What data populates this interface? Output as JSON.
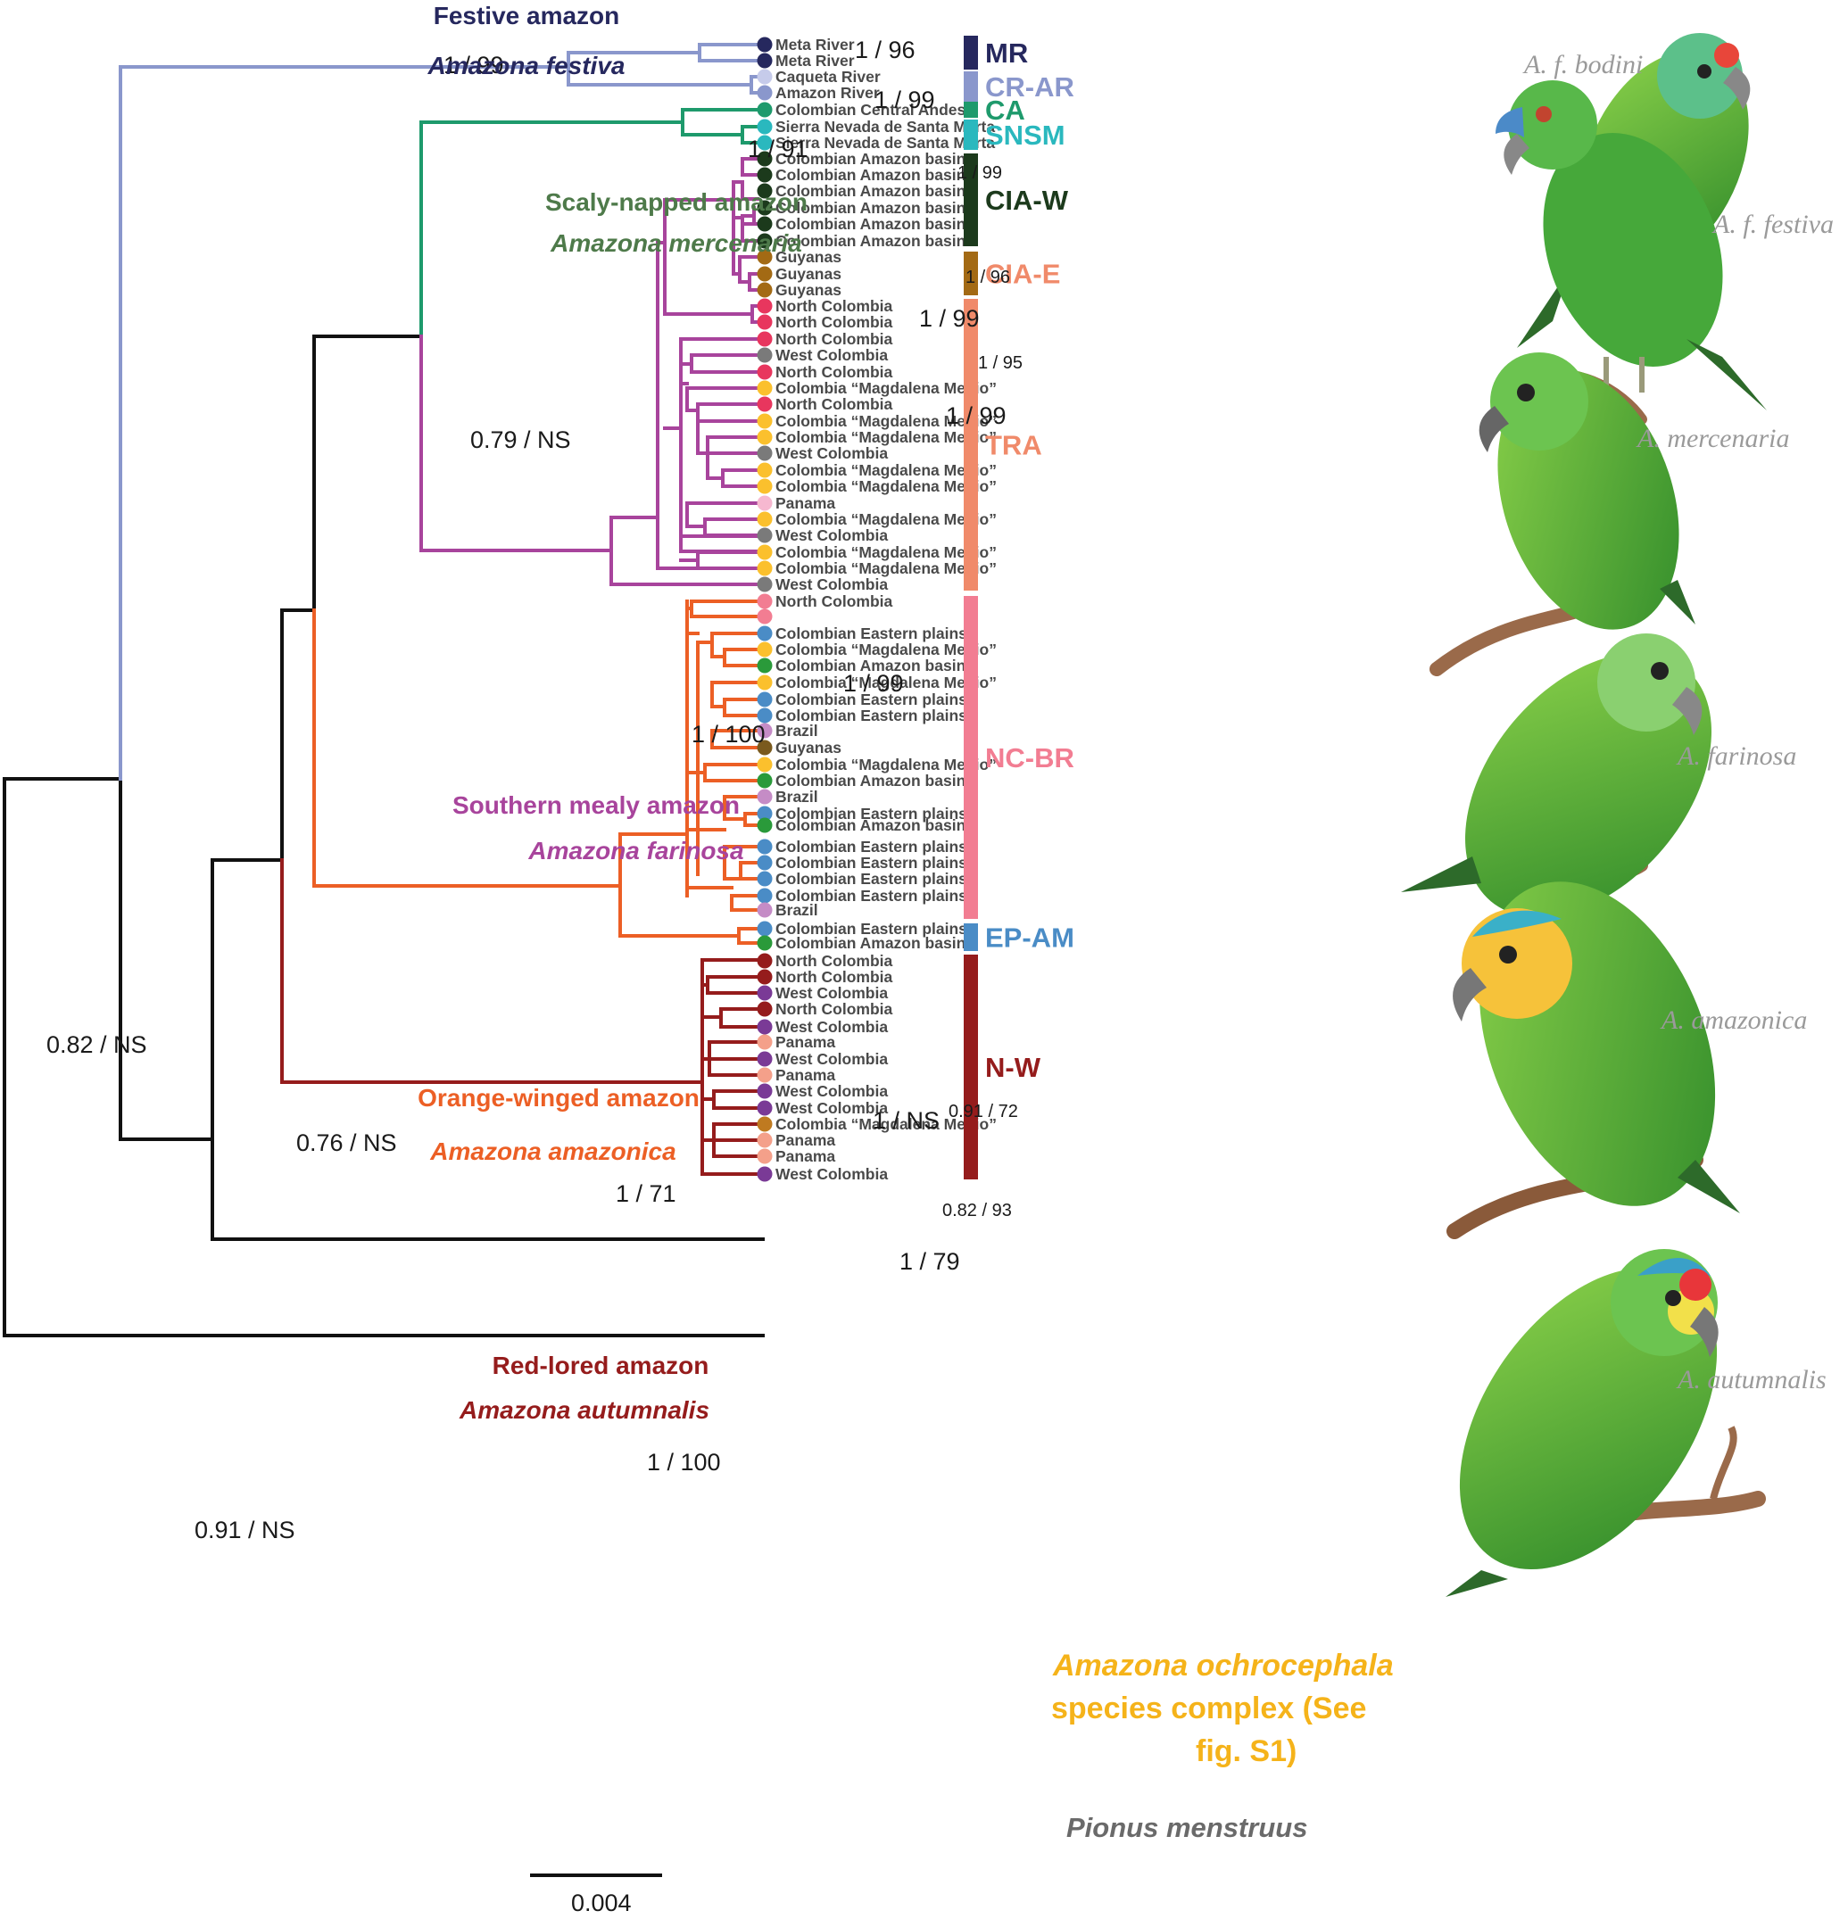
{
  "clades": {
    "festiva": {
      "common": "Festive amazon",
      "scientific": "Amazona festiva",
      "color": "#26285e"
    },
    "mercenaria": {
      "common": "Scaly-napped amazon",
      "scientific": "Amazona  mercenaria",
      "color": "#4e7a4a"
    },
    "farinosa": {
      "common": "Southern mealy amazon",
      "scientific": "Amazona farinosa",
      "color": "#a8449c"
    },
    "amazonica": {
      "common": "Orange-winged amazon",
      "scientific": "Amazona amazonica",
      "color": "#ec5f25"
    },
    "autumnalis": {
      "common": "Red-lored amazon",
      "scientific": "Amazona autumnalis",
      "color": "#951c1c"
    }
  },
  "branch_colors": {
    "festiva": "#8a97cc",
    "mercenaria": "#1e9a6c",
    "farinosa": "#a8449c",
    "amazonica": "#ec5f25",
    "autumnalis": "#951c1c",
    "backbone": "#111111"
  },
  "supports": {
    "festiva": "1 / 99",
    "mr": "1 / 96",
    "crar": "1 / 99",
    "mercenaria": "1 / 91",
    "snsm": "1 / 99",
    "merc_far": "0.79 / NS",
    "ciaw": "1 / 96",
    "cia": "1 / 99",
    "ciae": "1 / 95",
    "north": "1 / 99",
    "tra": "1 / 99",
    "farinosa": "1 / 100",
    "amazonica": "1 / 71",
    "ncbr": "1 / NS",
    "sub1": "0.91 / 72",
    "sub2": "0.82 / 93",
    "epam": "1 / 79",
    "autumnalis": "1 / 100",
    "root": "0.82 / NS",
    "amaz_aut": "0.76 / NS",
    "ochro_node": "0.91 / NS"
  },
  "tips": [
    {
      "label": "Meta River",
      "color": "#26285e"
    },
    {
      "label": "Meta River",
      "color": "#26285e"
    },
    {
      "label": "Caqueta River",
      "color": "#c6cbea"
    },
    {
      "label": "Amazon River",
      "color": "#8a97cc"
    },
    {
      "label": "Colombian Central Andes",
      "color": "#1e9a6c"
    },
    {
      "label": "Sierra Nevada de Santa Marta",
      "color": "#2ab8be"
    },
    {
      "label": "Sierra Nevada de Santa Marta",
      "color": "#2ab8be"
    },
    {
      "label": "Colombian Amazon basin",
      "color": "#1c3a1c"
    },
    {
      "label": "Colombian Amazon basin",
      "color": "#1c3a1c"
    },
    {
      "label": "Colombian Amazon basin",
      "color": "#1c3a1c"
    },
    {
      "label": "Colombian Amazon basin",
      "color": "#1c3a1c"
    },
    {
      "label": "Colombian Amazon basin",
      "color": "#1c3a1c"
    },
    {
      "label": "Colombian Amazon basin",
      "color": "#1c3a1c"
    },
    {
      "label": "Guyanas",
      "color": "#a36a14"
    },
    {
      "label": "Guyanas",
      "color": "#a36a14"
    },
    {
      "label": "Guyanas",
      "color": "#a36a14"
    },
    {
      "label": "North Colombia",
      "color": "#e8365e"
    },
    {
      "label": "North Colombia",
      "color": "#e8365e"
    },
    {
      "label": "North Colombia",
      "color": "#e8365e"
    },
    {
      "label": "West Colombia",
      "color": "#7a7a7a"
    },
    {
      "label": "North Colombia",
      "color": "#e8365e"
    },
    {
      "label": "Colombia “Magdalena Medio”",
      "color": "#fbc02d"
    },
    {
      "label": "North Colombia",
      "color": "#e8365e"
    },
    {
      "label": "Colombia “Magdalena Medio”",
      "color": "#fbc02d"
    },
    {
      "label": "Colombia “Magdalena Medio”",
      "color": "#fbc02d"
    },
    {
      "label": "West Colombia",
      "color": "#7a7a7a"
    },
    {
      "label": "Colombia “Magdalena Medio”",
      "color": "#fbc02d"
    },
    {
      "label": "Colombia “Magdalena Medio”",
      "color": "#fbc02d"
    },
    {
      "label": "Panama",
      "color": "#f6b8d0"
    },
    {
      "label": "Colombia “Magdalena Medio”",
      "color": "#fbc02d"
    },
    {
      "label": "West Colombia",
      "color": "#7a7a7a"
    },
    {
      "label": "Colombia “Magdalena Medio”",
      "color": "#fbc02d"
    },
    {
      "label": "Colombia “Magdalena Medio”",
      "color": "#fbc02d"
    },
    {
      "label": "West Colombia",
      "color": "#7a7a7a"
    },
    {
      "label": "North Colombia",
      "color": "#f27d92"
    },
    {
      "label": "",
      "color": "#f27d92"
    },
    {
      "label": "Colombian Eastern plains",
      "color": "#4a8cc6"
    },
    {
      "label": "Colombia “Magdalena Medio”",
      "color": "#fbc02d"
    },
    {
      "label": "Colombian Amazon basin",
      "color": "#2a9a3a"
    },
    {
      "label": "Colombia “Magdalena Medio”",
      "color": "#fbc02d"
    },
    {
      "label": "Colombian Eastern plains",
      "color": "#4a8cc6"
    },
    {
      "label": "Colombian Eastern plains",
      "color": "#4a8cc6"
    },
    {
      "label": "Brazil",
      "color": "#c58cc6"
    },
    {
      "label": "Guyanas",
      "color": "#7a5a1e"
    },
    {
      "label": "Colombia “Magdalena Medio”",
      "color": "#fbc02d"
    },
    {
      "label": "Colombian Amazon basin",
      "color": "#2a9a3a"
    },
    {
      "label": "Brazil",
      "color": "#c58cc6"
    },
    {
      "label": "Colombian Eastern plains",
      "color": "#4a8cc6"
    },
    {
      "label": "Colombian Amazon basin",
      "color": "#2a9a3a"
    },
    {
      "label": "Colombian Eastern plains",
      "color": "#4a8cc6"
    },
    {
      "label": "Colombian Eastern plains",
      "color": "#4a8cc6"
    },
    {
      "label": "Colombian Eastern plains",
      "color": "#4a8cc6"
    },
    {
      "label": "Colombian Eastern plains",
      "color": "#4a8cc6"
    },
    {
      "label": "Brazil",
      "color": "#c58cc6"
    },
    {
      "label": "Colombian Eastern plains",
      "color": "#4a8cc6"
    },
    {
      "label": "Colombian Amazon basin",
      "color": "#2a9a3a"
    },
    {
      "label": "North Colombia",
      "color": "#951c1c"
    },
    {
      "label": "North Colombia",
      "color": "#951c1c"
    },
    {
      "label": "West Colombia",
      "color": "#7a3a96"
    },
    {
      "label": "North Colombia",
      "color": "#951c1c"
    },
    {
      "label": "West Colombia",
      "color": "#7a3a96"
    },
    {
      "label": "Panama",
      "color": "#f4a08a"
    },
    {
      "label": "West Colombia",
      "color": "#7a3a96"
    },
    {
      "label": "Panama",
      "color": "#f4a08a"
    },
    {
      "label": "West Colombia",
      "color": "#7a3a96"
    },
    {
      "label": "West Colombia",
      "color": "#7a3a96"
    },
    {
      "label": "Colombia “Magdalena Medio”",
      "color": "#bf7a20"
    },
    {
      "label": "Panama",
      "color": "#f4a08a"
    },
    {
      "label": "Panama",
      "color": "#f4a08a"
    },
    {
      "label": "West Colombia",
      "color": "#7a3a96"
    }
  ],
  "groups": [
    {
      "label": "MR",
      "color": "#26285e",
      "label_color": "#26285e"
    },
    {
      "label": "CR-AR",
      "color": "#8a97cc",
      "label_color": "#8a97cc"
    },
    {
      "label": "CA",
      "color": "#1e9a6c",
      "label_color": "#1e9a6c"
    },
    {
      "label": "SNSM",
      "color": "#2ab8be",
      "label_color": "#2ab8be"
    },
    {
      "label": "CIA-W",
      "color": "#1c3a1c",
      "label_color": "#1c3a1c"
    },
    {
      "label": "CIA-E",
      "color": "#a36a14",
      "label_color": "#f08a6a"
    },
    {
      "label": "TRA",
      "color": "#f08a6a",
      "label_color": "#f08a6a"
    },
    {
      "label": "NC-BR",
      "color": "#f27d92",
      "label_color": "#f27d92"
    },
    {
      "label": "EP-AM",
      "color": "#4a8cc6",
      "label_color": "#4a8cc6"
    },
    {
      "label": "N-W",
      "color": "#951c1c",
      "label_color": "#951c1c"
    }
  ],
  "outgroups": {
    "ochrocephala_name": "Amazona ochrocephala",
    "ochrocephala_line2": "species complex (See",
    "ochrocephala_line3": "fig. S1)",
    "pionus": "Pionus menstruus"
  },
  "scale_bar": {
    "label": "0.004"
  },
  "illustrations": [
    {
      "label": "A. f. bodini",
      "icon": "parrot-bodini-icon"
    },
    {
      "label": "A. f. festiva",
      "icon": "parrot-festiva-icon"
    },
    {
      "label": "A. mercenaria",
      "icon": "parrot-mercenaria-icon"
    },
    {
      "label": "A. farinosa",
      "icon": "parrot-farinosa-icon"
    },
    {
      "label": "A. amazonica",
      "icon": "parrot-amazonica-icon"
    },
    {
      "label": "A. autumnalis",
      "icon": "parrot-autumnalis-icon"
    }
  ]
}
